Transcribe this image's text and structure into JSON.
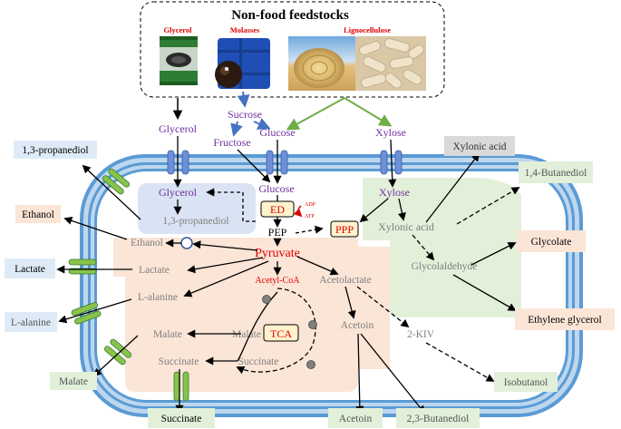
{
  "feedstock": {
    "title": "Non-food feedstocks",
    "glycerol": "Glycerol",
    "molasses": "Molasses",
    "lignocellulose": "Lignocellulose"
  },
  "substrates": {
    "glycerol": "Glycerol",
    "sucrose": "Sucrose",
    "fructose": "Fructose",
    "glucose": "Glucose",
    "xylose": "Xylose"
  },
  "intracellular": {
    "glycerol": "Glycerol",
    "glucose": "Glucose",
    "xylose": "Xylose",
    "propanediol": "1,3-propanediol",
    "ed": "ED",
    "adp": "ADP",
    "atp": "ATP",
    "pep": "PEP",
    "ppp": "PPP",
    "xylonic_acid": "Xylonic acid",
    "pyruvate": "Pyruvate",
    "ethanol": "Ethanol",
    "lactate": "Lactate",
    "l_alanine": "L-alanine",
    "acetyl_coa": "Acetyl-CoA",
    "acetolactate": "Acetolactate",
    "glycolaldehyde": "Glycolaldehyde",
    "malate_left": "Malate",
    "malate_cycle": "Malate",
    "tca": "TCA",
    "succinate_left": "Succinate",
    "succinate_cycle": "Succinate",
    "acetoin": "Acetoin",
    "kiv": "2-KIV"
  },
  "products": {
    "propanediol": "1,3-propanediol",
    "ethanol": "Ethanol",
    "lactate": "Lactate",
    "l_alanine": "L-alanine",
    "malate": "Malate",
    "succinate": "Succinate",
    "acetoin": "Acetoin",
    "butanediol_23": "2,3-Butanediol",
    "isobutanol": "Isobutanol",
    "ethylene_glycerol": "Ethylene glycerol",
    "glycolate": "Glycolate",
    "butanediol_14": "1,4-Butanediol",
    "xylonic_acid": "Xylonic acid"
  },
  "colors": {
    "purple_text": "#7030a0",
    "red_text": "#e00000",
    "membrane_outer": "#5b9bd5",
    "membrane_inner": "#bdd7ee",
    "transporter": "#6f8fd8",
    "exporter": "#8bc34a",
    "glycerol_region": "#dae3f3",
    "glucose_region": "#fbe5d6",
    "xylose_region": "#e2f0d9",
    "ppp_box": "#fff2cc",
    "tag_blue": "#deebf7",
    "tag_green": "#e2f0d9",
    "tag_orange": "#fbe5d6",
    "tag_gray": "#d9d9d9",
    "arrow_blue": "#4472c4",
    "arrow_green": "#70ad47"
  },
  "icons": {
    "glycerol": "glycerol-barrel-icon",
    "molasses": "molasses-drum-icon",
    "lignocellulose": "straw-bale-icon",
    "corncob": "corncob-icon"
  }
}
